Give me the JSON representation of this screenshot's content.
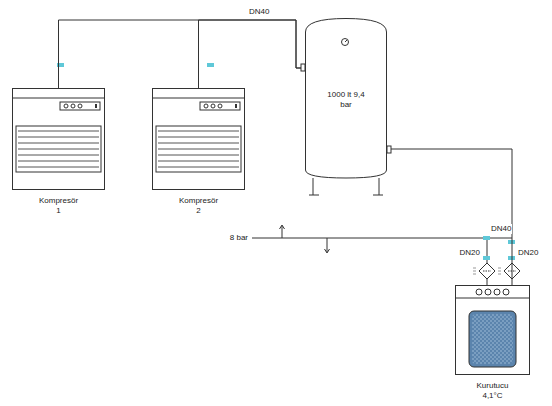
{
  "diagram": {
    "nodes": [
      {
        "text": [
          "Kompresör 1"
        ]
      },
      {
        "text": [
          "Kompresör 2"
        ]
      },
      {
        "text": [
          "1000 lt 9,4 bar"
        ]
      },
      {
        "text": [
          "Kurutucu 4,1°C"
        ]
      }
    ],
    "edges": [
      {
        "from": 0,
        "to": 2,
        "arrow": "none"
      },
      {
        "from": 1,
        "to": 2,
        "arrow": "none"
      },
      {
        "from": 2,
        "to": 3,
        "arrow": "none"
      }
    ],
    "labels": [
      "DN40",
      "8 bar",
      "DN40",
      "DN20",
      "DN20"
    ]
  }
}
